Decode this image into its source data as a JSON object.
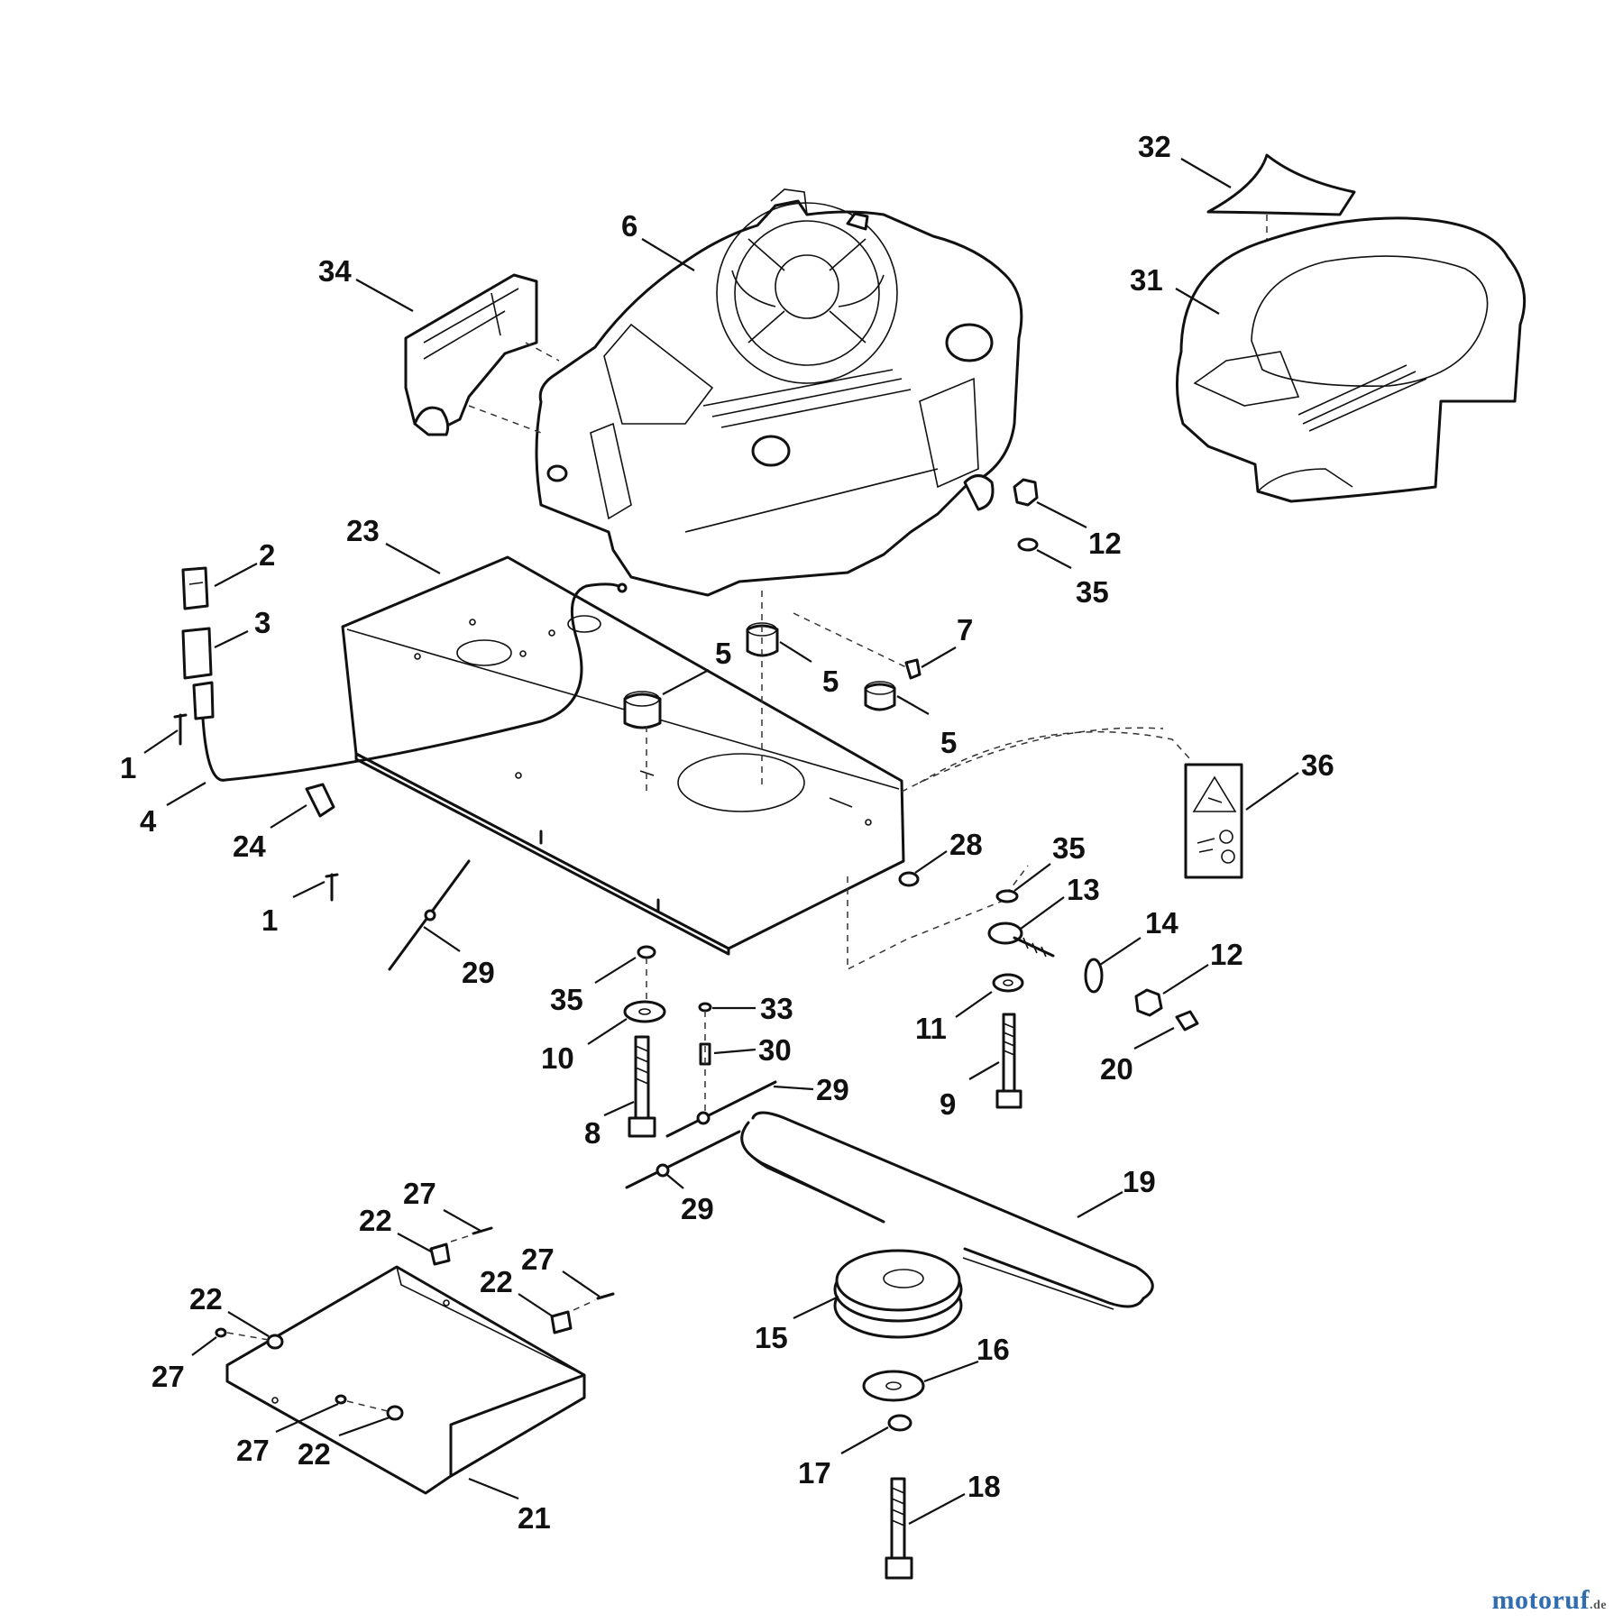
{
  "callouts": [
    {
      "id": "c32",
      "num": "32"
    },
    {
      "id": "c6",
      "num": "6"
    },
    {
      "id": "c34",
      "num": "34"
    },
    {
      "id": "c31",
      "num": "31"
    },
    {
      "id": "c23",
      "num": "23"
    },
    {
      "id": "c2",
      "num": "2"
    },
    {
      "id": "c12a",
      "num": "12"
    },
    {
      "id": "c35a",
      "num": "35"
    },
    {
      "id": "c3",
      "num": "3"
    },
    {
      "id": "c7",
      "num": "7"
    },
    {
      "id": "c5a",
      "num": "5"
    },
    {
      "id": "c5b",
      "num": "5"
    },
    {
      "id": "c5c",
      "num": "5"
    },
    {
      "id": "c1a",
      "num": "1"
    },
    {
      "id": "c36",
      "num": "36"
    },
    {
      "id": "c4",
      "num": "4"
    },
    {
      "id": "c24",
      "num": "24"
    },
    {
      "id": "c28",
      "num": "28"
    },
    {
      "id": "c35b",
      "num": "35"
    },
    {
      "id": "c13",
      "num": "13"
    },
    {
      "id": "c1b",
      "num": "1"
    },
    {
      "id": "c14",
      "num": "14"
    },
    {
      "id": "c12b",
      "num": "12"
    },
    {
      "id": "c29a",
      "num": "29"
    },
    {
      "id": "c35c",
      "num": "35"
    },
    {
      "id": "c33",
      "num": "33"
    },
    {
      "id": "c11",
      "num": "11"
    },
    {
      "id": "c10",
      "num": "10"
    },
    {
      "id": "c30",
      "num": "30"
    },
    {
      "id": "c20",
      "num": "20"
    },
    {
      "id": "c29b",
      "num": "29"
    },
    {
      "id": "c9",
      "num": "9"
    },
    {
      "id": "c8",
      "num": "8"
    },
    {
      "id": "c19",
      "num": "19"
    },
    {
      "id": "c27a",
      "num": "27"
    },
    {
      "id": "c22a",
      "num": "22"
    },
    {
      "id": "c29c",
      "num": "29"
    },
    {
      "id": "c27b",
      "num": "27"
    },
    {
      "id": "c22b",
      "num": "22"
    },
    {
      "id": "c22c",
      "num": "22"
    },
    {
      "id": "c15",
      "num": "15"
    },
    {
      "id": "c16",
      "num": "16"
    },
    {
      "id": "c27c",
      "num": "27"
    },
    {
      "id": "c27d",
      "num": "27"
    },
    {
      "id": "c22d",
      "num": "22"
    },
    {
      "id": "c17",
      "num": "17"
    },
    {
      "id": "c18",
      "num": "18"
    },
    {
      "id": "c21",
      "num": "21"
    }
  ],
  "watermark": {
    "main": "motoruf",
    "tld": ".de"
  }
}
